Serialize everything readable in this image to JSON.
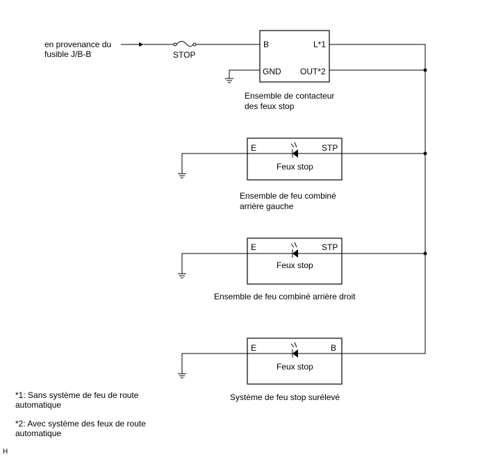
{
  "source": {
    "line1": "en provenance du",
    "line2": "fusible J/B-B"
  },
  "fuse": {
    "label": "STOP"
  },
  "switch": {
    "pin_b": "B",
    "pin_l": "L*1",
    "pin_gnd": "GND",
    "pin_out": "OUT*2",
    "caption_line1": "Ensemble de contacteur",
    "caption_line2": "des feux stop"
  },
  "lamp_left": {
    "pin_e": "E",
    "pin_stp": "STP",
    "label": "Feux stop",
    "caption_line1": "Ensemble de feu combiné",
    "caption_line2": "arrière gauche"
  },
  "lamp_right": {
    "pin_e": "E",
    "pin_stp": "STP",
    "label": "Feux stop",
    "caption": "Ensemble de feu combiné arrière droit"
  },
  "lamp_high": {
    "pin_e": "E",
    "pin_b": "B",
    "label": "Feux stop",
    "caption": "Système de feu stop surélevé"
  },
  "notes": {
    "note1_line1": "*1: Sans système de feu de route",
    "note1_line2": "automatique",
    "note2_line1": "*2: Avec système des feux de route",
    "note2_line2": "automatique"
  },
  "corner_mark": "H"
}
